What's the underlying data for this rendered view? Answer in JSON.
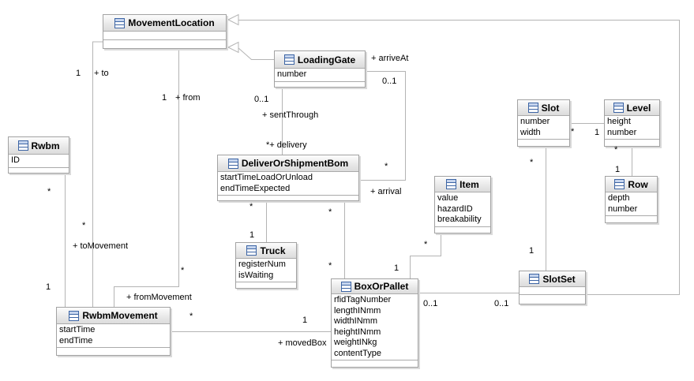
{
  "diagram": {
    "type": "uml-class-diagram",
    "classes": {
      "movementLocation": {
        "name": "MovementLocation",
        "attributes": []
      },
      "loadingGate": {
        "name": "LoadingGate",
        "attributes": [
          "number"
        ]
      },
      "slot": {
        "name": "Slot",
        "attributes": [
          "number",
          "width"
        ]
      },
      "level": {
        "name": "Level",
        "attributes": [
          "height",
          "number"
        ]
      },
      "row": {
        "name": "Row",
        "attributes": [
          "depth",
          "number"
        ]
      },
      "rwbm": {
        "name": "Rwbm",
        "attributes": [
          "ID"
        ]
      },
      "deliverOrShipmentBom": {
        "name": "DeliverOrShipmentBom",
        "attributes": [
          "startTimeLoadOrUnload",
          "endTimeExpected"
        ]
      },
      "item": {
        "name": "Item",
        "attributes": [
          "value",
          "hazardID",
          "breakability"
        ]
      },
      "truck": {
        "name": "Truck",
        "attributes": [
          "registerNum",
          "isWaiting"
        ]
      },
      "boxOrPallet": {
        "name": "BoxOrPallet",
        "attributes": [
          "rfidTagNumber",
          "lengthINmm",
          "widthINmm",
          "heightINmm",
          "weightINkg",
          "contentType"
        ]
      },
      "slotSet": {
        "name": "SlotSet",
        "attributes": []
      },
      "rwbmMovement": {
        "name": "RwbmMovement",
        "attributes": [
          "startTime",
          "endTime"
        ]
      }
    },
    "labels": {
      "to_mult": "1",
      "to_role": "+ to",
      "from_mult": "1",
      "from_role": "+ from",
      "rwbm_mult": "*",
      "rwbmMovement_mult": "1",
      "toMovement_mult": "*",
      "toMovement_role": "+ toMovement",
      "fromMovement_mult": "*",
      "fromMovement_role": "+ fromMovement",
      "movedBox_src_mult": "*",
      "movedBox_dst_mult": "1",
      "movedBox_role": "+ movedBox",
      "sentThrough_mult": "0..1",
      "sentThrough_role": "+ sentThrough",
      "delivery_label": "*+ delivery",
      "arriveAt_role": "+ arriveAt",
      "arriveAt_mult": "0..1",
      "arrival_mult": "*",
      "arrival_role": "+ arrival",
      "bomTruck_src_mult": "*",
      "bomTruck_dst_mult": "1",
      "bomBox_src_mult": "*",
      "bomBox_dst_mult": "*",
      "item_src_mult": "*",
      "item_dst_mult": "1",
      "boxSlotSet_left_mult": "0..1",
      "boxSlotSet_right_mult": "0..1",
      "slotLevel_slot_mult": "*",
      "slotLevel_level_mult": "1",
      "slotSlotSet_top_mult": "*",
      "slotSlotSet_bottom_mult": "1",
      "levelRow_top_mult": "*",
      "levelRow_bottom_mult": "1"
    },
    "icons": {
      "class_icon": "uml-class-icon"
    },
    "colors": {
      "background": "#ffffff",
      "box_border": "#a2a2a2",
      "box_header_gradient_top": "#fdfdfd",
      "box_header_gradient_bottom": "#dcdcdc",
      "box_shadow": "#dadada",
      "line": "#b4b4b4",
      "icon_stroke": "#3c64a4",
      "icon_fill": "#c6d5ee",
      "text": "#000000"
    }
  }
}
